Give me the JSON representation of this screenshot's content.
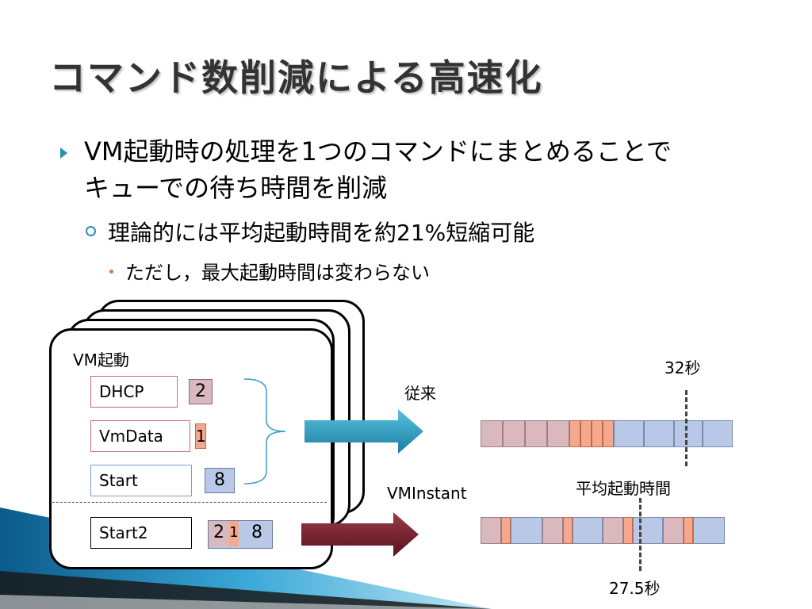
{
  "slide": {
    "title": "コマンド数削減による高速化",
    "bullets": {
      "level1_line1": "VM起動時の処理を1つのコマンドにまとめることで",
      "level1_line2": "キューでの待ち時間を削減",
      "level2": "理論的には平均起動時間を約21%短縮可能",
      "level3": "ただし，最大起動時間は変わらない"
    }
  },
  "diagram": {
    "card_title": "VM起動",
    "commands": [
      {
        "label": "DHCP",
        "count": "2"
      },
      {
        "label": "VmData",
        "count": "1"
      },
      {
        "label": "Start",
        "count": "8"
      }
    ],
    "combined": {
      "label": "Start2",
      "counts": [
        "2",
        "1",
        "8"
      ]
    },
    "conventional_label": "従来",
    "vminstant_label": "VMInstant",
    "max_time_label": "32秒",
    "avg_time_label": "平均起動時間",
    "new_time_label": "27.5秒",
    "colors": {
      "red_segment": "#d9b8be",
      "orange_segment": "#f4a98e",
      "blue_segment": "#b8c8e6",
      "arrow_blue": "#1e8fb0",
      "arrow_darkred": "#7a1e2a",
      "accent": "#2a8fb0"
    }
  }
}
